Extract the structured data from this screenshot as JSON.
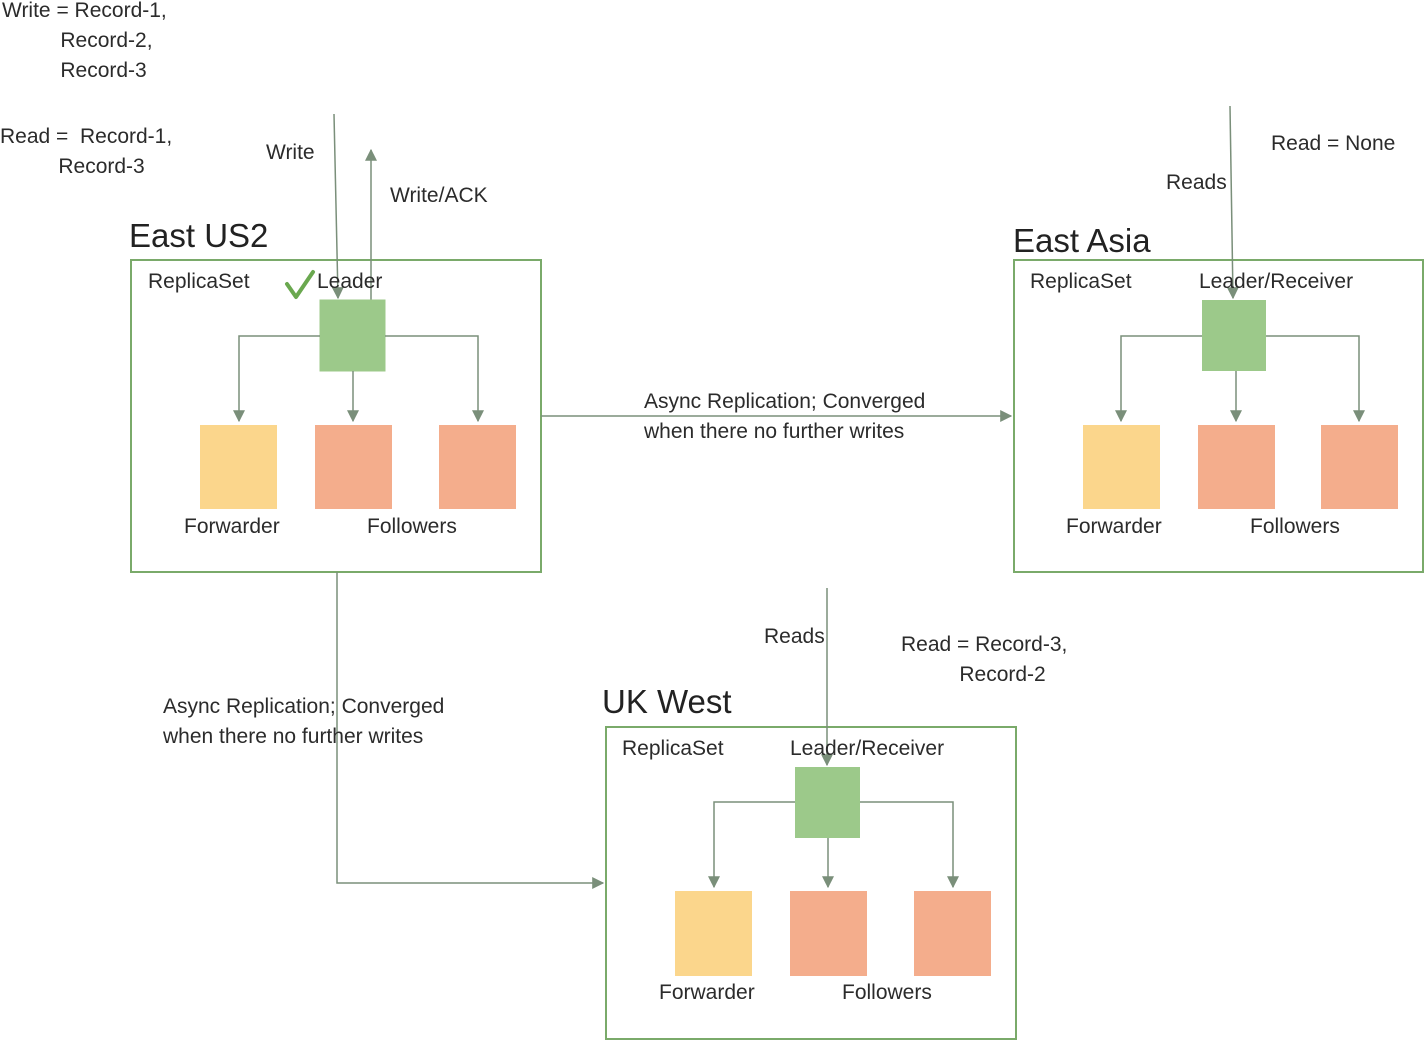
{
  "annotations": {
    "write_records": "Write = Record-1,\n          Record-2,\n          Record-3",
    "east_us_read": "Read =  Record-1,\n          Record-3",
    "write_label": "Write",
    "write_ack_label": "Write/ACK",
    "east_asia_reads_label": "Reads",
    "east_asia_read_result": "Read = None",
    "uk_reads_label": "Reads",
    "uk_read_result": "Read = Record-3,\n          Record-2"
  },
  "replication": {
    "to_east_asia": "Async Replication; Converged\nwhen there no further writes",
    "to_uk_west": "Async Replication; Converged\nwhen there no further writes"
  },
  "regions": {
    "east_us2": {
      "title": "East US2",
      "replica_set_label": "ReplicaSet",
      "leader_label": "Leader",
      "forwarder_label": "Forwarder",
      "followers_label": "Followers"
    },
    "east_asia": {
      "title": "East Asia",
      "replica_set_label": "ReplicaSet",
      "leader_label": "Leader/Receiver",
      "forwarder_label": "Forwarder",
      "followers_label": "Followers"
    },
    "uk_west": {
      "title": "UK West",
      "replica_set_label": "ReplicaSet",
      "leader_label": "Leader/Receiver",
      "forwarder_label": "Forwarder",
      "followers_label": "Followers"
    }
  },
  "colors": {
    "leader": "#9cc98a",
    "forwarder": "#fbd68c",
    "follower": "#f4ad8c",
    "border": "#7aaa6a",
    "arrow": "#7a8f7a",
    "check": "#6aa84f"
  },
  "icons": {
    "leader_check": "checkmark-icon"
  }
}
